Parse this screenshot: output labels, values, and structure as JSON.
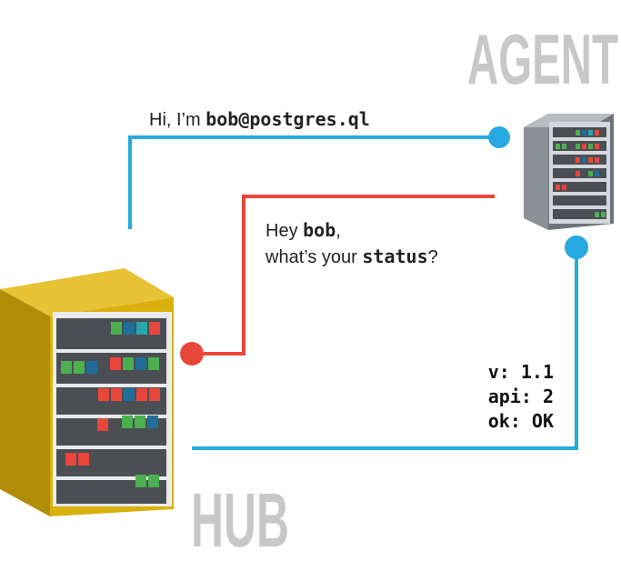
{
  "labels": {
    "agent": "AGENT",
    "hub": "HUB"
  },
  "messages": {
    "intro_prefix": "Hi, I’m ",
    "intro_identity": "bob@postgres.ql",
    "query_greeting": "Hey ",
    "query_name": "bob",
    "query_comma": ",",
    "query_prefix": "what’s your ",
    "query_keyword": "status",
    "query_suffix": "?"
  },
  "status_response": {
    "line1": "v: 1.1",
    "line2": "api: 2",
    "line3": "ok: OK"
  },
  "colors": {
    "blue_line": "#27a9e1",
    "red_line": "#e8463a",
    "hub_gold": "#d9b10c",
    "agent_gray": "#9aa0a6",
    "label_gray": "#c8c8c8"
  },
  "icons": {
    "hub": "server-rack-icon",
    "agent": "server-rack-icon"
  }
}
